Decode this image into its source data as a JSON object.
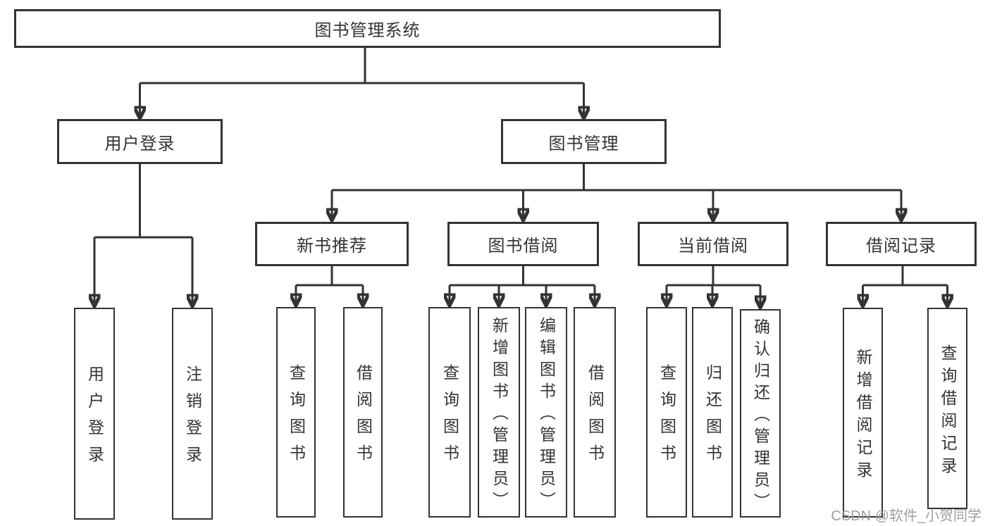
{
  "nodes": {
    "root": {
      "label": "图书管理系统"
    },
    "userLogin": {
      "label": "用户登录",
      "children": [
        {
          "label": "用户登录"
        },
        {
          "label": "注销登录"
        }
      ]
    },
    "bookMgmt": {
      "label": "图书管理",
      "children": [
        {
          "label": "新书推荐",
          "children": [
            {
              "label": "查询图书"
            },
            {
              "label": "借阅图书"
            }
          ]
        },
        {
          "label": "图书借阅",
          "children": [
            {
              "label": "查询图书"
            },
            {
              "label": "新增图书（管理员）"
            },
            {
              "label": "编辑图书（管理员）"
            },
            {
              "label": "借阅图书"
            }
          ]
        },
        {
          "label": "当前借阅",
          "children": [
            {
              "label": "查询图书"
            },
            {
              "label": "归还图书"
            },
            {
              "label": "确认归还（管理员）"
            }
          ]
        },
        {
          "label": "借阅记录",
          "children": [
            {
              "label": "新增借阅记录"
            },
            {
              "label": "查询借阅记录"
            }
          ]
        }
      ]
    }
  },
  "watermark": {
    "text": "CSDN @软件_小贺同学"
  },
  "colors": {
    "line": "#333333",
    "text": "#333333",
    "box_background": "#ffffff",
    "watermark": "#9e9e9e",
    "background": "#ffffff"
  }
}
